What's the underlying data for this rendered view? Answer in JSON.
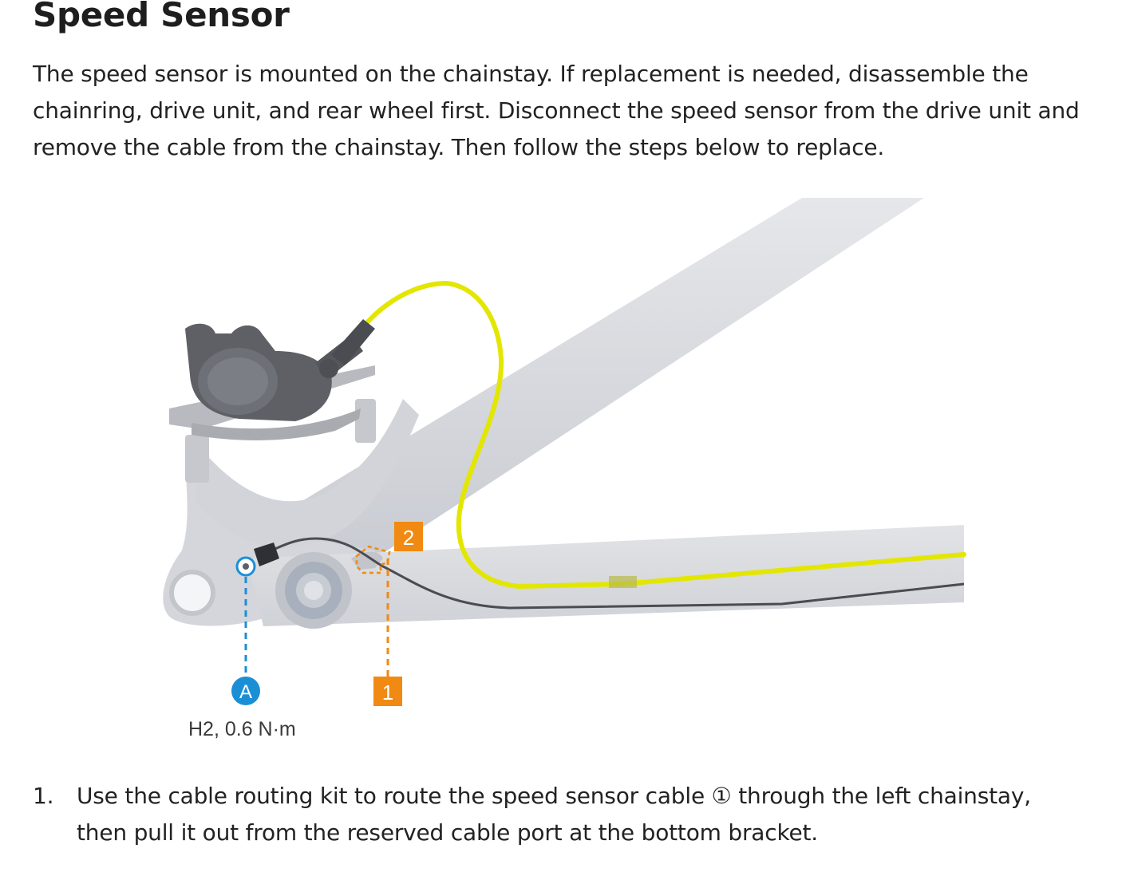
{
  "page": {
    "title": "Speed Sensor",
    "intro": "The speed sensor is mounted on the chainstay. If replacement is needed, disassemble the chainring, drive unit, and rear wheel first. Disconnect the speed sensor from the drive unit and remove the cable from the chainstay. Then follow the steps below to replace."
  },
  "figure": {
    "callout_a": "A",
    "callout_1": "1",
    "callout_2": "2",
    "torque_label": "H2, 0.6 N·m",
    "colors": {
      "frame": "#d9dbe0",
      "cable_yellow": "#e3e600",
      "callout_blue": "#1b8fd6",
      "callout_orange": "#f08a12",
      "caliper": "#5e6066"
    }
  },
  "steps": [
    {
      "number": "1.",
      "text": "Use the cable routing kit to route the speed sensor cable ① through the left chainstay, then pull it out from the reserved cable port at the bottom bracket."
    }
  ]
}
